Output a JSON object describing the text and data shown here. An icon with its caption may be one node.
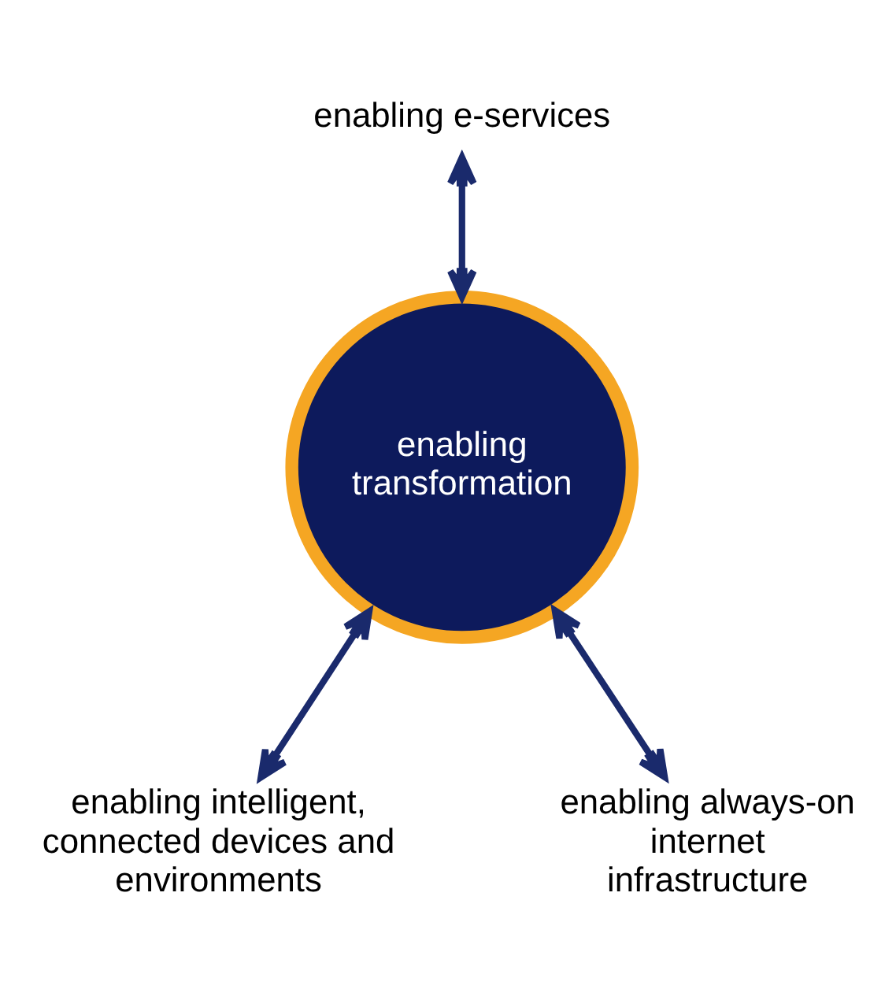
{
  "diagram": {
    "nodes": [
      {
        "text": [
          "enabling e-services"
        ]
      },
      {
        "text": [
          "enabling transformation"
        ]
      },
      {
        "text": [
          "enabling intelligent, connected devices and environments"
        ]
      },
      {
        "text": [
          "enabling always-on internet infrastructure"
        ]
      }
    ],
    "edges": [
      {
        "from": 0,
        "to": 1,
        "arrow": "both"
      },
      {
        "from": 1,
        "to": 2,
        "arrow": "both"
      },
      {
        "from": 1,
        "to": 3,
        "arrow": "both"
      }
    ]
  }
}
